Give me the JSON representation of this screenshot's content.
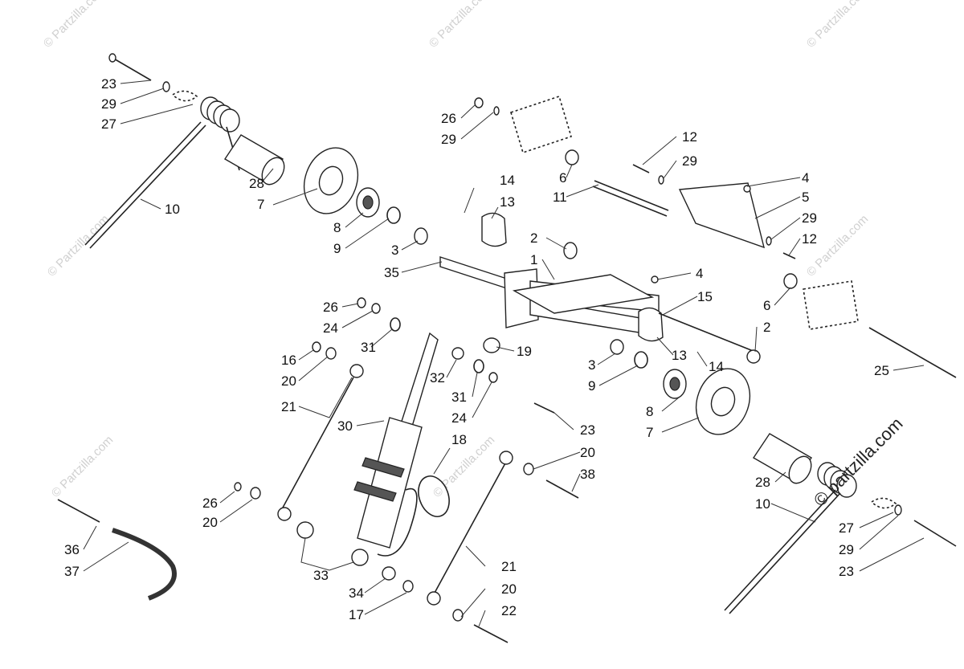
{
  "diagram": {
    "watermark_text": "© Partzilla.com",
    "brand_text": "© partzilla.com",
    "callouts": [
      {
        "id": "c1",
        "label": "23"
      },
      {
        "id": "c2",
        "label": "29"
      },
      {
        "id": "c3",
        "label": "27"
      },
      {
        "id": "c4",
        "label": "28"
      },
      {
        "id": "c5",
        "label": "7"
      },
      {
        "id": "c6",
        "label": "10"
      },
      {
        "id": "c7",
        "label": "8"
      },
      {
        "id": "c8",
        "label": "9"
      },
      {
        "id": "c9",
        "label": "3"
      },
      {
        "id": "c10",
        "label": "35"
      },
      {
        "id": "c11",
        "label": "14"
      },
      {
        "id": "c12",
        "label": "13"
      },
      {
        "id": "c13",
        "label": "26"
      },
      {
        "id": "c14",
        "label": "29"
      },
      {
        "id": "c15",
        "label": "6"
      },
      {
        "id": "c16",
        "label": "11"
      },
      {
        "id": "c17",
        "label": "12"
      },
      {
        "id": "c18",
        "label": "29"
      },
      {
        "id": "c19",
        "label": "4"
      },
      {
        "id": "c20",
        "label": "5"
      },
      {
        "id": "c21",
        "label": "29"
      },
      {
        "id": "c22",
        "label": "12"
      },
      {
        "id": "c23",
        "label": "2"
      },
      {
        "id": "c24",
        "label": "1"
      },
      {
        "id": "c25",
        "label": "4"
      },
      {
        "id": "c26",
        "label": "15"
      },
      {
        "id": "c27",
        "label": "6"
      },
      {
        "id": "c28",
        "label": "2"
      },
      {
        "id": "c29",
        "label": "25"
      },
      {
        "id": "c30",
        "label": "13"
      },
      {
        "id": "c31",
        "label": "14"
      },
      {
        "id": "c32",
        "label": "3"
      },
      {
        "id": "c33",
        "label": "9"
      },
      {
        "id": "c34",
        "label": "19"
      },
      {
        "id": "c35",
        "label": "26"
      },
      {
        "id": "c36",
        "label": "24"
      },
      {
        "id": "c37",
        "label": "31"
      },
      {
        "id": "c38",
        "label": "16"
      },
      {
        "id": "c39",
        "label": "20"
      },
      {
        "id": "c40",
        "label": "21"
      },
      {
        "id": "c41",
        "label": "30"
      },
      {
        "id": "c42",
        "label": "32"
      },
      {
        "id": "c43",
        "label": "31"
      },
      {
        "id": "c44",
        "label": "24"
      },
      {
        "id": "c45",
        "label": "23"
      },
      {
        "id": "c46",
        "label": "8"
      },
      {
        "id": "c47",
        "label": "7"
      },
      {
        "id": "c48",
        "label": "18"
      },
      {
        "id": "c49",
        "label": "20"
      },
      {
        "id": "c50",
        "label": "38"
      },
      {
        "id": "c51",
        "label": "28"
      },
      {
        "id": "c52",
        "label": "10"
      },
      {
        "id": "c53",
        "label": "27"
      },
      {
        "id": "c54",
        "label": "29"
      },
      {
        "id": "c55",
        "label": "23"
      },
      {
        "id": "c56",
        "label": "26"
      },
      {
        "id": "c57",
        "label": "20"
      },
      {
        "id": "c58",
        "label": "36"
      },
      {
        "id": "c59",
        "label": "37"
      },
      {
        "id": "c60",
        "label": "33"
      },
      {
        "id": "c61",
        "label": "34"
      },
      {
        "id": "c62",
        "label": "17"
      },
      {
        "id": "c63",
        "label": "21"
      },
      {
        "id": "c64",
        "label": "20"
      },
      {
        "id": "c65",
        "label": "22"
      }
    ]
  }
}
